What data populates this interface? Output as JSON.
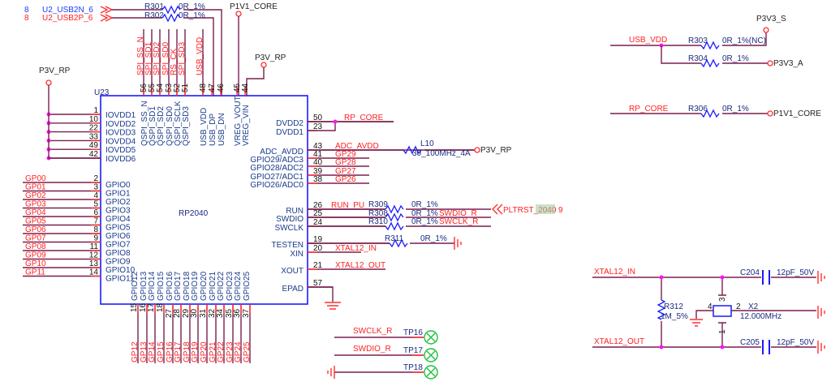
{
  "chip": {
    "ref": "U23",
    "part": "RP2040",
    "left_power_pins": [
      {
        "num": "1",
        "name": "IOVDD1"
      },
      {
        "num": "10",
        "name": "IOVDD2"
      },
      {
        "num": "22",
        "name": "IOVDD3"
      },
      {
        "num": "33",
        "name": "IOVDD4"
      },
      {
        "num": "49",
        "name": "IOVDD5"
      },
      {
        "num": "42",
        "name": "IOVDD6"
      }
    ],
    "left_gpio_pins": [
      {
        "num": "2",
        "name": "GPIO0",
        "net": "GP00"
      },
      {
        "num": "3",
        "name": "GPIO1",
        "net": "GP01"
      },
      {
        "num": "4",
        "name": "GPIO2",
        "net": "GP02"
      },
      {
        "num": "5",
        "name": "GPIO3",
        "net": "GP03"
      },
      {
        "num": "6",
        "name": "GPIO4",
        "net": "GP04"
      },
      {
        "num": "7",
        "name": "GPIO5",
        "net": "GP05"
      },
      {
        "num": "8",
        "name": "GPIO6",
        "net": "GP06"
      },
      {
        "num": "9",
        "name": "GPIO7",
        "net": "GP07"
      },
      {
        "num": "11",
        "name": "GPIO8",
        "net": "GP08"
      },
      {
        "num": "12",
        "name": "GPIO9",
        "net": "GP09"
      },
      {
        "num": "13",
        "name": "GPIO10",
        "net": "GP10"
      },
      {
        "num": "14",
        "name": "GPIO11",
        "net": "GP11"
      }
    ],
    "top_pins": [
      {
        "num": "56",
        "name": "QSPI_SS_N",
        "net": "SPI_SS_N"
      },
      {
        "num": "55",
        "name": "QSPI_SD1",
        "net": "SPI_SD1"
      },
      {
        "num": "54",
        "name": "QSPI_SD2",
        "net": "SPI_SD2"
      },
      {
        "num": "53",
        "name": "QSPI_SD0",
        "net": "SPI_SD0"
      },
      {
        "num": "52",
        "name": "QSPI_SCLK",
        "net": "RS_CK"
      },
      {
        "num": "51",
        "name": "QSPI_SD3",
        "net": "SPI_SD3"
      },
      {
        "num": "48",
        "name": "USB_VDD",
        "net": "USB_VDD"
      },
      {
        "num": "47",
        "name": "USB_DP",
        "net": ""
      },
      {
        "num": "46",
        "name": "USB_DN",
        "net": ""
      },
      {
        "num": "45",
        "name": "VREG_VOUT",
        "net": ""
      },
      {
        "num": "44",
        "name": "VREG_VIN",
        "net": ""
      }
    ],
    "bottom_pins": [
      {
        "num": "15",
        "name": "GPIO12",
        "net": "GP12"
      },
      {
        "num": "16",
        "name": "GPIO13",
        "net": "GP13"
      },
      {
        "num": "17",
        "name": "GPIO14",
        "net": "GP14"
      },
      {
        "num": "18",
        "name": "GPIO15",
        "net": "GP15"
      },
      {
        "num": "27",
        "name": "GPIO16",
        "net": "GP16"
      },
      {
        "num": "28",
        "name": "GPIO17",
        "net": "GP17"
      },
      {
        "num": "29",
        "name": "GPIO18",
        "net": "GP18"
      },
      {
        "num": "30",
        "name": "GPIO19",
        "net": "GP19"
      },
      {
        "num": "31",
        "name": "GPIO20",
        "net": "GP20"
      },
      {
        "num": "32",
        "name": "GPIO21",
        "net": "GP21"
      },
      {
        "num": "34",
        "name": "GPIO22",
        "net": "GP22"
      },
      {
        "num": "35",
        "name": "GPIO23",
        "net": "GP23"
      },
      {
        "num": "36",
        "name": "GPIO24",
        "net": "GP24"
      },
      {
        "num": "37",
        "name": "GPIO25",
        "net": "GP25"
      }
    ],
    "right_pins": [
      {
        "num": "50",
        "name": "DVDD2",
        "net": "RP_CORE"
      },
      {
        "num": "23",
        "name": "DVDD1",
        "net": ""
      },
      {
        "num": "43",
        "name": "ADC_AVDD",
        "net": "ADC_AVDD"
      },
      {
        "num": "41",
        "name": "GPIO29/ADC3",
        "net": "GP29"
      },
      {
        "num": "40",
        "name": "GPIO28/ADC2",
        "net": "GP28"
      },
      {
        "num": "39",
        "name": "GPIO27/ADC1",
        "net": "GP27"
      },
      {
        "num": "38",
        "name": "GPIO26/ADC0",
        "net": "GP26"
      },
      {
        "num": "26",
        "name": "RUN",
        "net": "RUN_PU"
      },
      {
        "num": "25",
        "name": "SWDIO",
        "net": ""
      },
      {
        "num": "24",
        "name": "SWCLK",
        "net": ""
      },
      {
        "num": "19",
        "name": "TESTEN",
        "net": ""
      },
      {
        "num": "20",
        "name": "XIN",
        "net": "XTAL12_IN"
      },
      {
        "num": "21",
        "name": "XOUT",
        "net": "XTAL12_OUT"
      },
      {
        "num": "57",
        "name": "EPAD",
        "net": ""
      }
    ]
  },
  "offpage": [
    {
      "sheet": "8",
      "net": "U2_USB2N_6",
      "sheet_color": "#1a3aff",
      "net_color": "#1a3aff"
    },
    {
      "sheet": "8",
      "net": "U2_USB2P_6",
      "sheet_color": "#ff2020",
      "net_color": "#ff2020"
    },
    {
      "sheet": "9",
      "net": "PLTRST_2040",
      "highlight": "2040"
    }
  ],
  "resistors": [
    {
      "ref": "R301",
      "value": "0R_1%"
    },
    {
      "ref": "R302",
      "value": "0R_1%"
    },
    {
      "ref": "R309",
      "value": "0R_1%"
    },
    {
      "ref": "R308",
      "value": "0R_1%"
    },
    {
      "ref": "R310",
      "value": "0R_1%"
    },
    {
      "ref": "R311",
      "value": "0R_1%"
    },
    {
      "ref": "R303",
      "value": "0R_1%(NC)"
    },
    {
      "ref": "R304",
      "value": "0R_1%"
    },
    {
      "ref": "R306",
      "value": "0R_1%"
    },
    {
      "ref": "R312",
      "value": "1M_5%"
    }
  ],
  "inductor": {
    "ref": "L10",
    "value": "30_100MHz_4A"
  },
  "power_ports": {
    "p1v1_core": "P1V1_CORE",
    "p3v_rp": "P3V_RP",
    "p3v3_s": "P3V3_S",
    "p3v3_a": "P3V3_A"
  },
  "nets": {
    "swdio_r": "SWDIO_R",
    "swclk_r": "SWCLK_R",
    "usb_vdd": "USB_VDD",
    "rp_core": "RP_CORE",
    "xtal_in": "XTAL12_IN",
    "xtal_out": "XTAL12_OUT"
  },
  "testpoints": [
    {
      "ref": "TP16",
      "net": "SWCLK_R"
    },
    {
      "ref": "TP17",
      "net": "SWDIO_R"
    },
    {
      "ref": "TP18",
      "net": ""
    }
  ],
  "crystal": {
    "ref": "X2",
    "freq": "12.000MHz",
    "pins": [
      "1",
      "2",
      "3",
      "4"
    ],
    "caps": [
      {
        "ref": "C204",
        "value": "12pF_50V"
      },
      {
        "ref": "C205",
        "value": "12pF_50V"
      }
    ]
  }
}
